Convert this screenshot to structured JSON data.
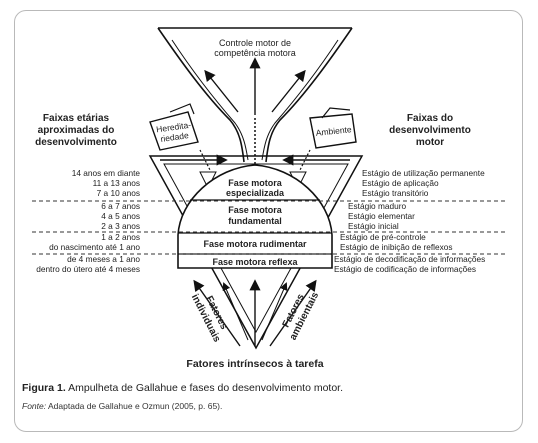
{
  "top_label": [
    "Controle motor de",
    "competência motora"
  ],
  "left_heading": [
    "Faixas etárias",
    "aproximadas do",
    "desenvolvimento"
  ],
  "right_heading": [
    "Faixas do",
    "desenvolvimento",
    "motor"
  ],
  "buckets": {
    "left": [
      "Heredita-",
      "riedade"
    ],
    "right": "Ambiente"
  },
  "phases": {
    "especializada": [
      "Fase motora",
      "especializada"
    ],
    "fundamental": [
      "Fase motora",
      "fundamental"
    ],
    "rudimentar": "Fase motora rudimentar",
    "reflexa": "Fase motora reflexa"
  },
  "ages": [
    "14 anos em diante",
    "11 a 13 anos",
    "7 a 10 anos",
    "6 a 7 anos",
    "4 a 5 anos",
    "2 a 3 anos",
    "1 a 2 anos",
    "do nascimento até 1 ano",
    "de 4 meses a 1 ano",
    "dentro do útero até 4 meses"
  ],
  "stages": [
    "Estágio de utilização permanente",
    "Estágio de aplicação",
    "Estágio transitório",
    "Estágio maduro",
    "Estágio elementar",
    "Estágio inicial",
    "Estágio de pré-controle",
    "Estágio de inibição de reflexos",
    "Estágio de decodificação de informações",
    "Estágio de codificação de informações"
  ],
  "bottom": {
    "left_factor": [
      "Fatores",
      "individuais"
    ],
    "right_factor": [
      "Fatores",
      "ambientais"
    ],
    "task": "Fatores intrínsecos à tarefa"
  },
  "caption": {
    "figure_label": "Figura 1.",
    "figure_text": " Ampulheta de Gallahue e fases do desenvolvimento motor.",
    "source_label": "Fonte:",
    "source_text": " Adaptada de Gallahue e Ozmun (2005, p. 65)."
  }
}
